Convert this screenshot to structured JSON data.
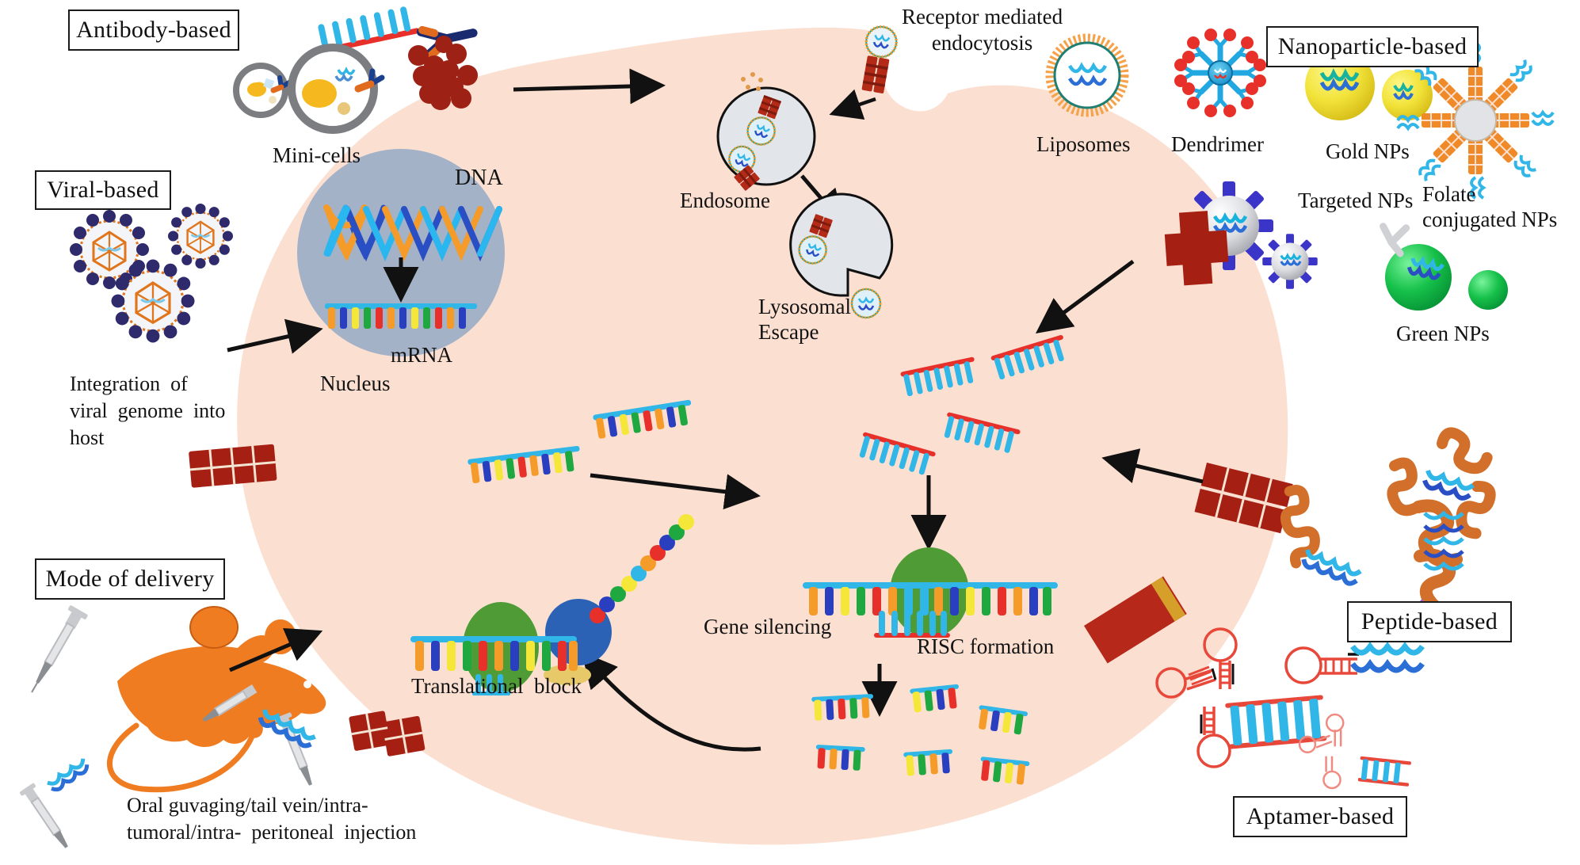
{
  "figure": {
    "title": "siRNA delivery strategies and intracellular RNA interference pathway",
    "colors": {
      "cytoplasm": "#fbe0d2",
      "nucleus": "#a3b2c7",
      "vesicle": "#e2e5ea",
      "risc_protein": "#4f9b35",
      "ribosome": "#2b62b5",
      "orange_mouse": "#f07c22",
      "red_block": "#a51f13",
      "aptamer_red": "#e8483a",
      "sirna_blue": "#31b6e8",
      "sirna_red": "#e8302a",
      "gold_np": "#f2e33a",
      "green_np": "#16c14a",
      "dendrimer_blue": "#21a8e0",
      "dendrimer_red": "#e8302a",
      "peptide_orange": "#d2702b",
      "targeted_np_blue": "#3b34c9"
    }
  },
  "category_boxes": [
    {
      "id": "antibody",
      "label": "Antibody-based"
    },
    {
      "id": "viral",
      "label": "Viral-based"
    },
    {
      "id": "mode",
      "label": "Mode of delivery"
    },
    {
      "id": "nanoparticle",
      "label": "Nanoparticle-based"
    },
    {
      "id": "peptide",
      "label": "Peptide-based"
    },
    {
      "id": "aptamer",
      "label": "Aptamer-based"
    }
  ],
  "labels": {
    "mini_cells": "Mini-cells",
    "receptor_mediated_endocytosis": "Receptor mediated\nendocytosis",
    "liposomes": "Liposomes",
    "dendrimer": "Dendrimer",
    "gold_nps": "Gold NPs",
    "targeted_nps": "Targeted NPs",
    "folate_conjugated_nps": "Folate\nconjugated NPs",
    "green_nps": "Green NPs",
    "endosome": "Endosome",
    "dna": "DNA",
    "mrna": "mRNA",
    "nucleus": "Nucleus",
    "lysosomal_escape": "Lysosomal\nEscape",
    "viral_integration": "Integration  of\nviral  genome  into\nhost",
    "gene_silencing": "Gene silencing",
    "risc_formation": "RISC formation",
    "translational_block": "Translational  block",
    "delivery_routes": "Oral guvaging/tail vein/intra-\ntumoral/intra-  peritoneal  injection"
  },
  "nanoparticle_items": [
    {
      "name": "Liposomes"
    },
    {
      "name": "Dendrimer"
    },
    {
      "name": "Gold NPs"
    },
    {
      "name": "Targeted NPs"
    },
    {
      "name": "Folate conjugated NPs"
    },
    {
      "name": "Green NPs"
    }
  ],
  "pathway_steps": [
    "Receptor mediated endocytosis",
    "Endosome",
    "Lysosomal Escape",
    "RISC formation",
    "Gene silencing",
    "Translational block"
  ]
}
